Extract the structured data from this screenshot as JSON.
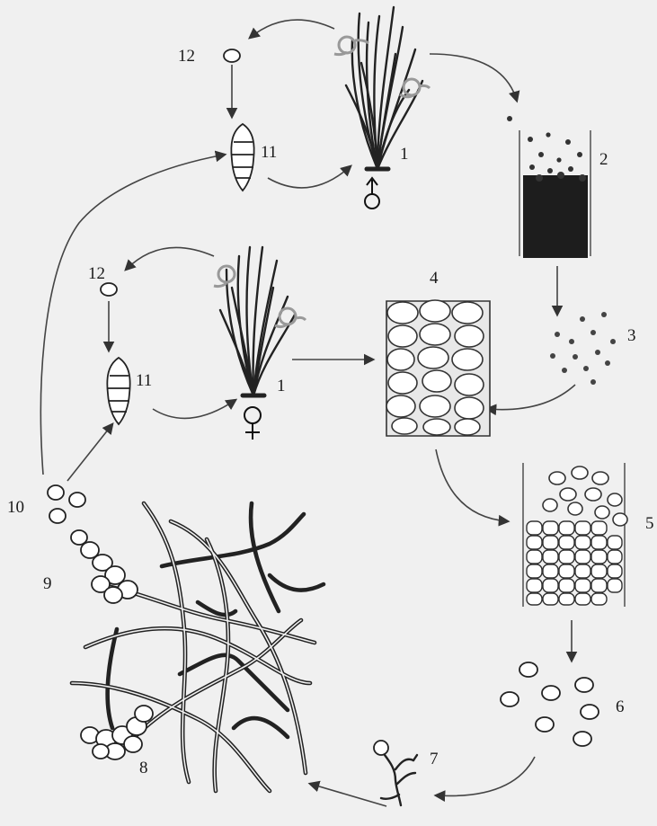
{
  "stage_labels": {
    "l1_male": "1",
    "l1_female": "1",
    "l2": "2",
    "l3": "3",
    "l4": "4",
    "l5": "5",
    "l6": "6",
    "l7": "7",
    "l8": "8",
    "l9": "9",
    "l10": "10",
    "l11_male": "11",
    "l11_female": "11",
    "l12_male": "12",
    "l12_female": "12"
  },
  "symbols": {
    "male": "♂",
    "female": "♀"
  }
}
